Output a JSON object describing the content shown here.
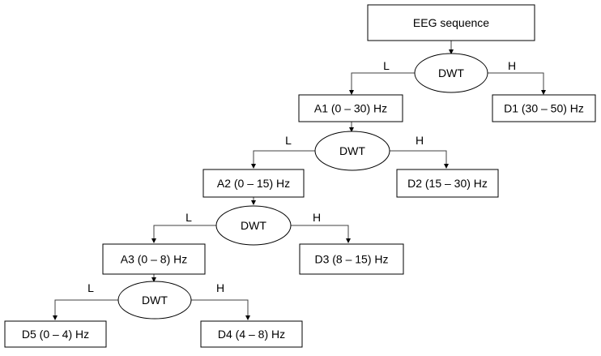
{
  "root": "EEG sequence",
  "levels": [
    {
      "op": "DWT",
      "low_label": "L",
      "high_label": "H",
      "approx": "A1 (0 – 30) Hz",
      "detail": "D1 (30 – 50) Hz"
    },
    {
      "op": "DWT",
      "low_label": "L",
      "high_label": "H",
      "approx": "A2 (0 – 15) Hz",
      "detail": "D2 (15 – 30) Hz"
    },
    {
      "op": "DWT",
      "low_label": "L",
      "high_label": "H",
      "approx": "A3 (0 – 8) Hz",
      "detail": "D3 (8 – 15) Hz"
    },
    {
      "op": "DWT",
      "low_label": "L",
      "high_label": "H",
      "approx": "D5 (0 – 4) Hz",
      "detail": "D4 (4 – 8) Hz"
    }
  ],
  "colors": {
    "stroke": "#000000",
    "connector": "#404040",
    "background": "#ffffff"
  }
}
